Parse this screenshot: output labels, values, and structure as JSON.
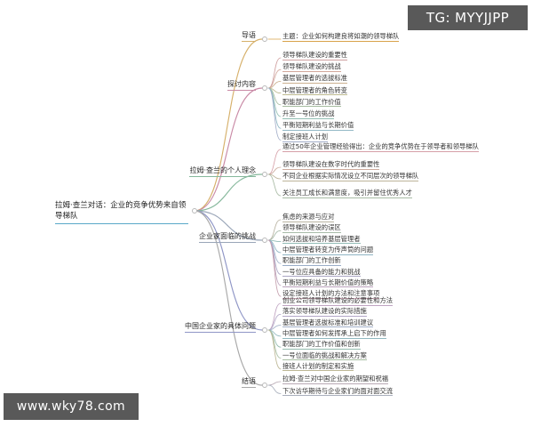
{
  "diagram": {
    "type": "mindmap",
    "title": "拉姆·查兰对话：企业的竞争优势来自领导梯队",
    "root": {
      "label": "拉姆·查兰对话：企业的竞争优势来自领导梯队",
      "color": "#5aa9c8"
    },
    "branches": [
      {
        "label": "导语",
        "color": "#d6b06a",
        "leaf_colors": [
          "#d8a24a"
        ],
        "leaves": [
          "主题：企业如何构建良将如潮的领导梯队"
        ]
      },
      {
        "label": "探讨内容",
        "color": "#c98aa6",
        "leaf_colors": [
          "#cf9f9f",
          "#d2a79b",
          "#cbb08f",
          "#bdb98f",
          "#a7bda0",
          "#93bfb4",
          "#93b9c6",
          "#a3aec9"
        ],
        "leaves": [
          "领导梯队建设的重要性",
          "领导梯队建设的挑战",
          "基层管理者的选拔标准",
          "中层管理者的角色转变",
          "职能部门的工作价值",
          "升至一号位的挑战",
          "平衡短期利益与长期价值",
          "制定接班人计划"
        ]
      },
      {
        "label": "拉姆·查兰的个人理念",
        "color": "#86b89c",
        "leaf_colors": [
          "#d6a0a8",
          "#cbaa9c",
          "#bdb49a",
          "#a9bba5"
        ],
        "leaves": [
          "通过50年企业管理经验得出：企业的竞争优势在于领导者和领导梯队",
          "领导梯队建设在数字时代的重要性",
          "不同企业根据实际情况设立不同层次的领导梯队",
          "关注员工成长和满意度，吸引并留住优秀人才"
        ]
      },
      {
        "label": "企业家面临的挑战",
        "color": "#9aa6b8",
        "leaf_colors": [
          "#b9b3a2",
          "#a8bba9",
          "#93bcb6",
          "#8fb5c4",
          "#9aadc8",
          "#aaa6c4",
          "#bba2bc",
          "#c5a0ae"
        ],
        "leaves": [
          "焦虑的来源与应对",
          "领导梯队建设的误区",
          "如何选拔和培养基层管理者",
          "中层管理者转变为传声筒的问题",
          "职能部门的工作创新",
          "一号位应具备的能力和挑战",
          "平衡短期利益与长期价值的策略",
          "设定接班人计划的方法和注意事项"
        ]
      },
      {
        "label": "中国企业家的具体问题",
        "color": "#8f96c6",
        "leaf_colors": [
          "#c0a4c2",
          "#b3a8c8",
          "#a2b0c8",
          "#92b9c0",
          "#94bcae",
          "#a6bda0",
          "#bdb795"
        ],
        "leaves": [
          "创业公司领导梯队建设的必要性和方法",
          "落实领导梯队建设的实际措施",
          "基层管理者选拔标准和培训建议",
          "中层管理者如何发挥承上启下的作用",
          "职能部门的工作价值和创新",
          "一号位面临的挑战和解决方案",
          "接班人计划的制定和实施"
        ]
      },
      {
        "label": "结语",
        "color": "#a8a8a8",
        "leaf_colors": [
          "#b8a9b4",
          "#aab0bd"
        ],
        "leaves": [
          "拉姆·查兰对中国企业家的期望和祝福",
          "下次访华期待与企业家们的面对面交流"
        ]
      }
    ]
  },
  "watermarks": {
    "top_right": "TG: MYYJJPP",
    "bottom_left": "www.wky78.com"
  }
}
